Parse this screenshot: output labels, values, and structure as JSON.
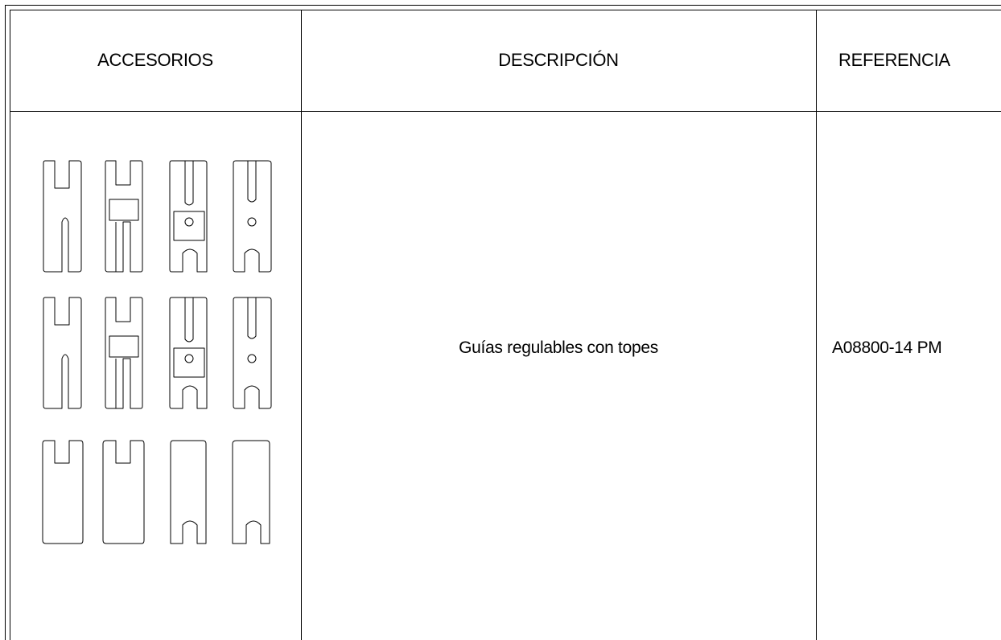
{
  "table": {
    "headers": {
      "accessories": "ACCESORIOS",
      "description": "DESCRIPCIÓN",
      "reference": "REFERENCIA"
    },
    "rows": [
      {
        "accessory_icon": "adjustable-guides-with-stops-drawing",
        "description": "Guías regulables con topes",
        "reference": "A08800-14 PM"
      }
    ]
  },
  "colors": {
    "line": "#000000",
    "background": "#ffffff"
  }
}
